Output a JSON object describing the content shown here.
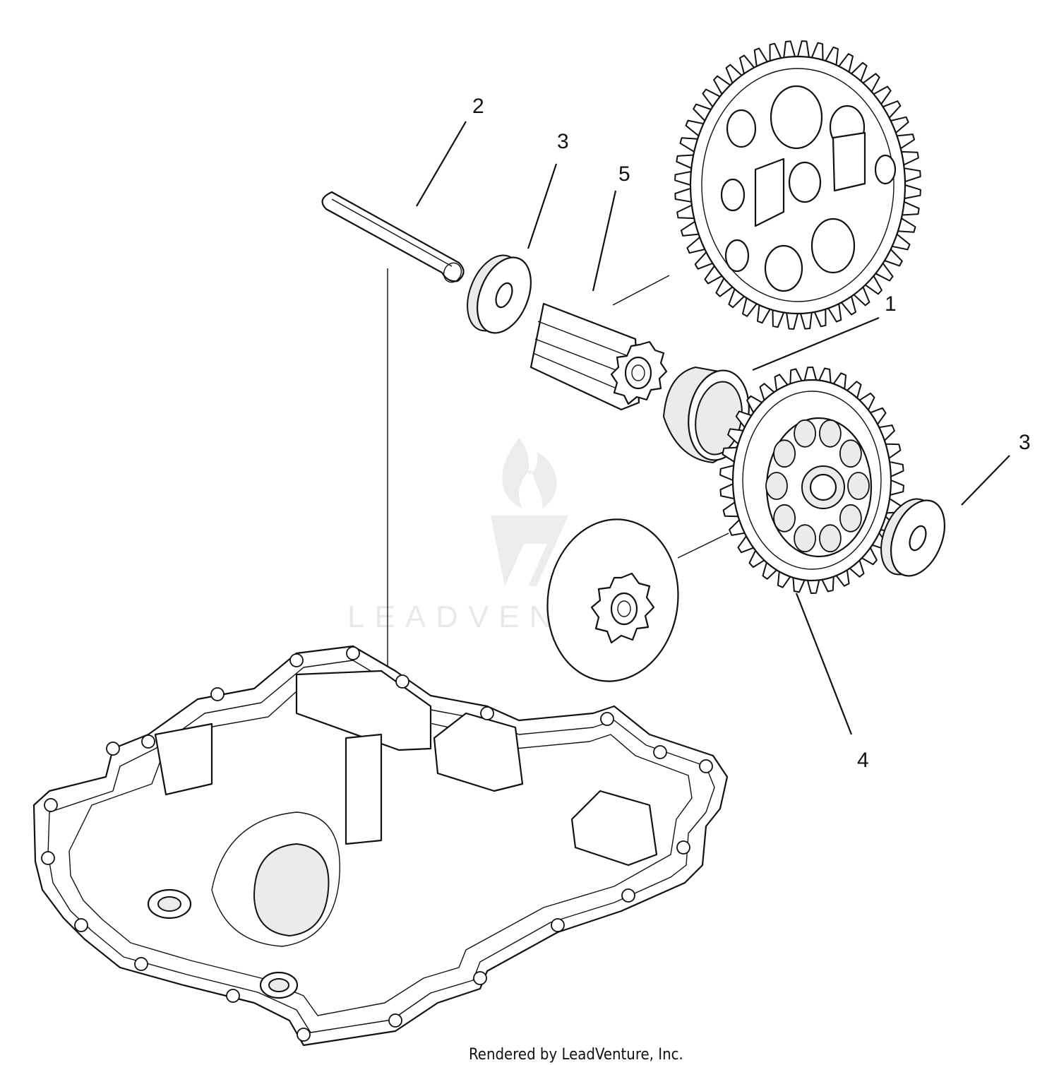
{
  "watermark": {
    "text": "LEADVENTURE"
  },
  "credit": {
    "text": "Rendered by LeadVenture, Inc."
  },
  "callouts": [
    {
      "id": "pin",
      "label": "2"
    },
    {
      "id": "washer-upper",
      "label": "3"
    },
    {
      "id": "pinion-gear",
      "label": "5"
    },
    {
      "id": "bushing",
      "label": "1"
    },
    {
      "id": "washer-lower",
      "label": "3"
    },
    {
      "id": "cluster-gear",
      "label": "4"
    }
  ]
}
